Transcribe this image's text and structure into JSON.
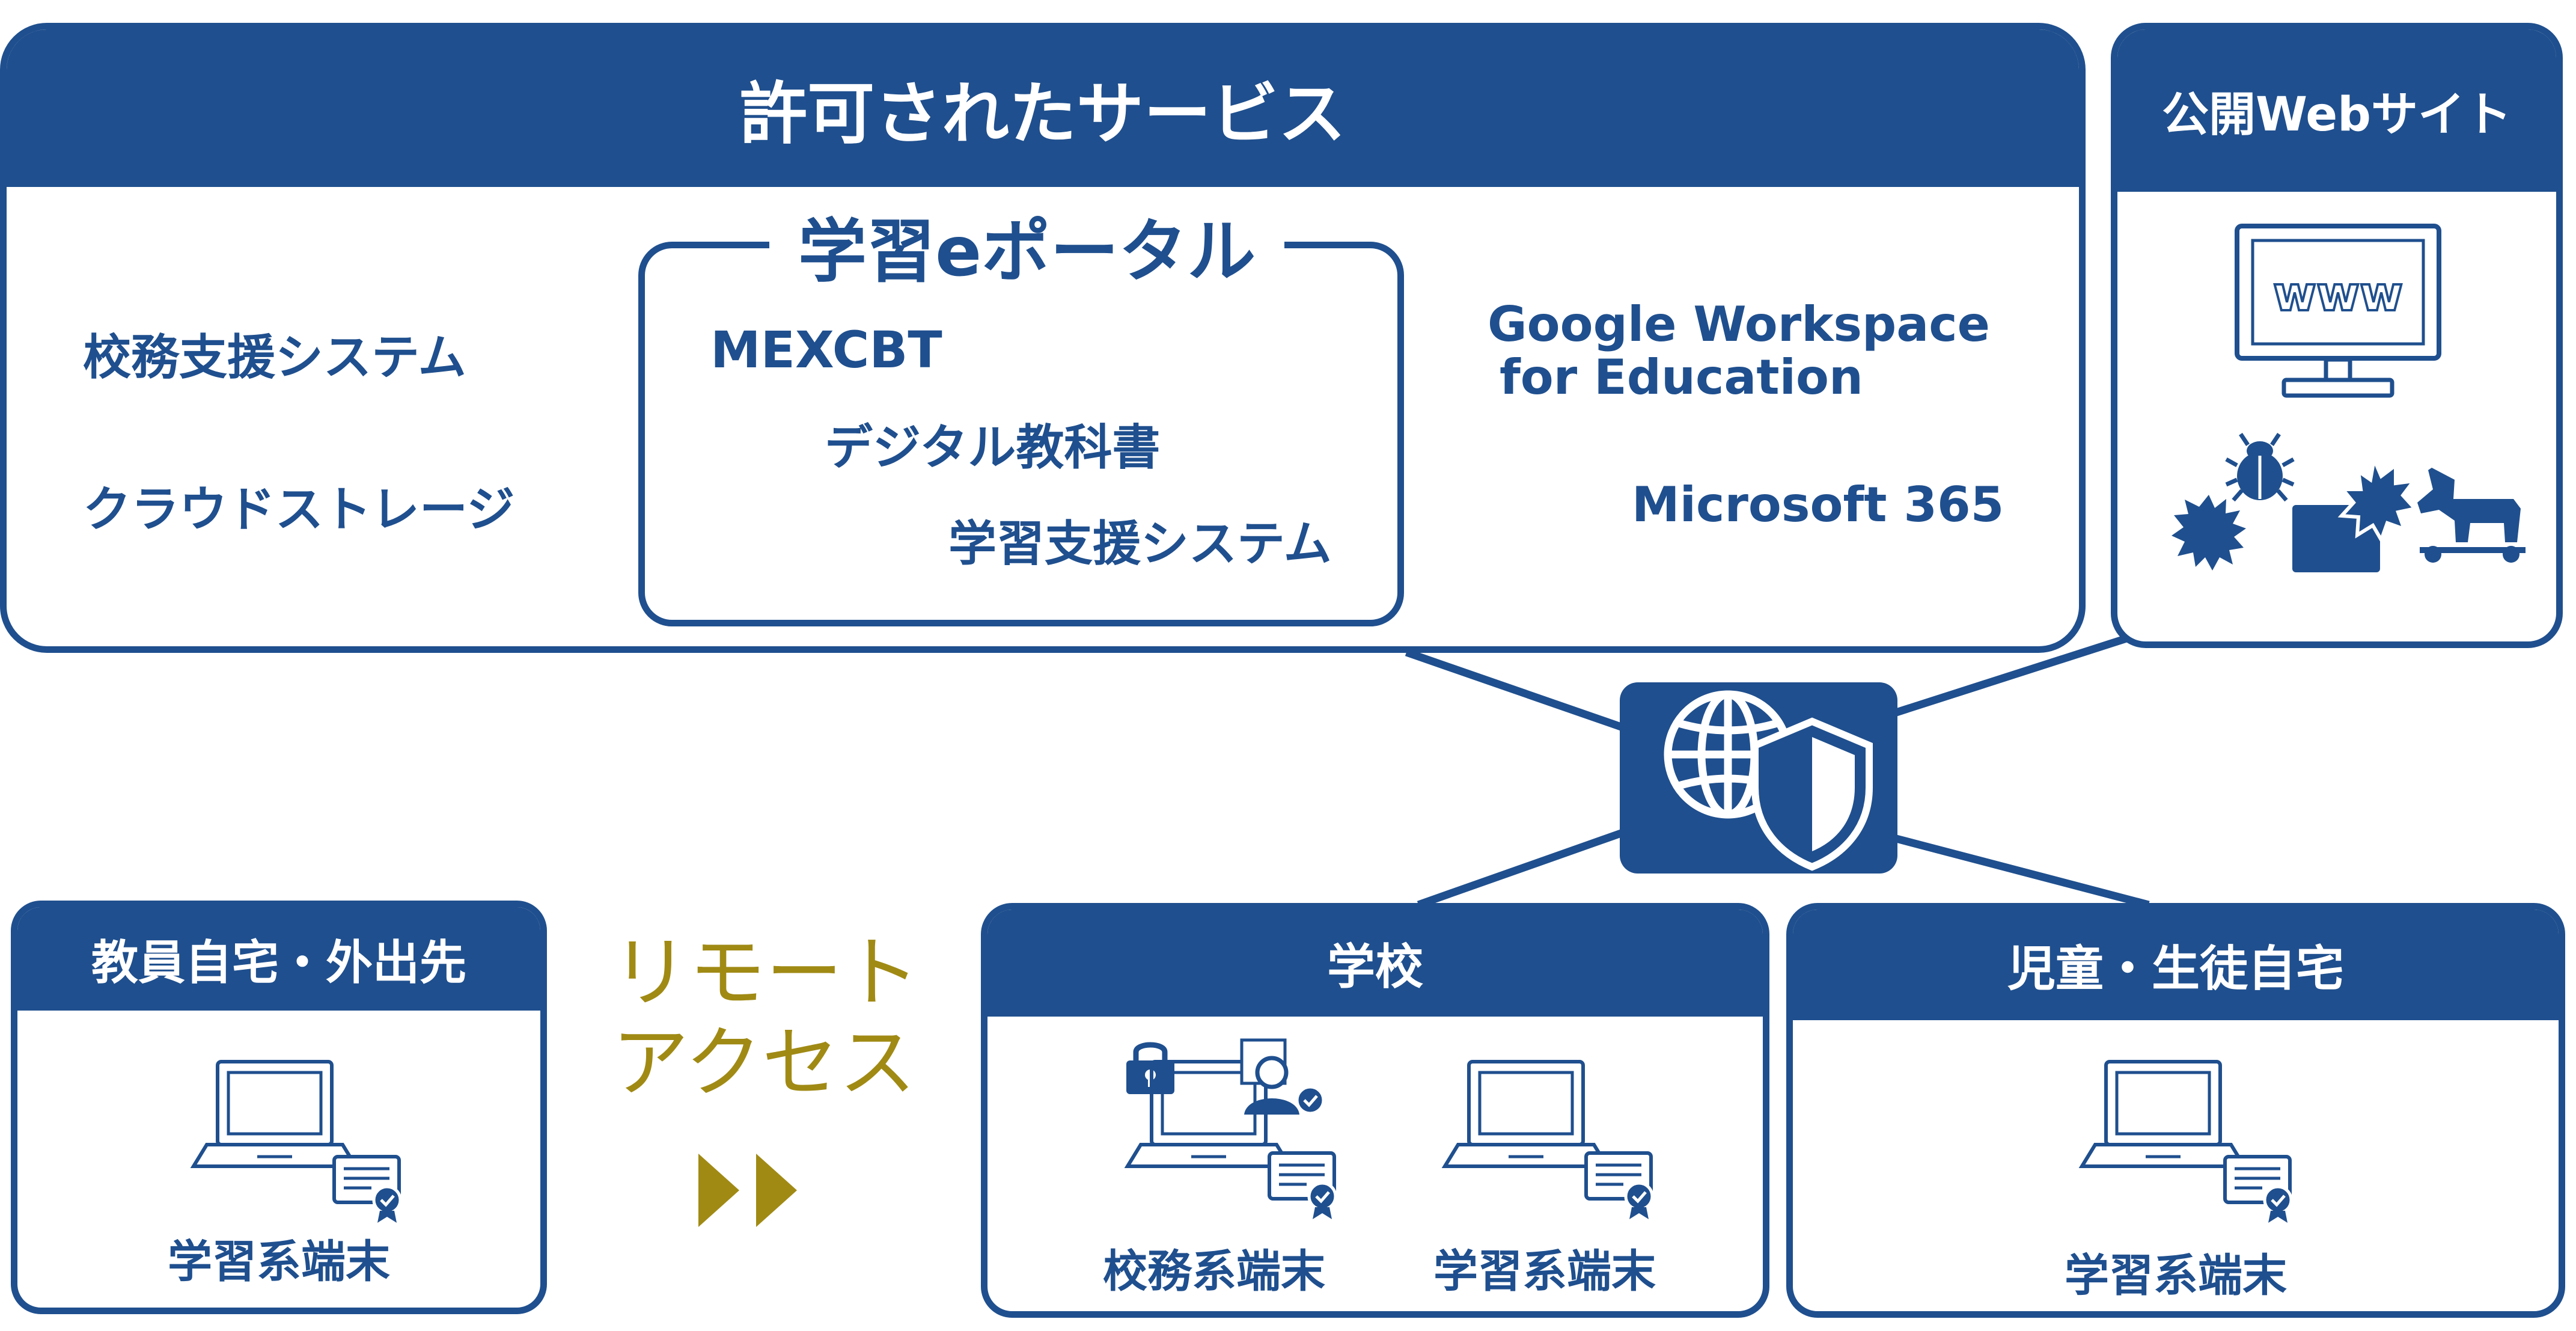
{
  "permitted_services": {
    "title": "許可されたサービス",
    "left_items": [
      "校務支援システム",
      "クラウドストレージ"
    ],
    "portal": {
      "title": "学習eポータル",
      "items": [
        "MEXCBT",
        "デジタル教科書",
        "学習支援システム"
      ]
    },
    "right_items": [
      "Google Workspace",
      "for Education",
      "Microsoft 365"
    ]
  },
  "public_web": {
    "title": "公開Webサイト",
    "monitor_text": "www"
  },
  "remote_access": {
    "line1": "リモート",
    "line2": "アクセス"
  },
  "teacher_home": {
    "title": "教員自宅・外出先",
    "device_label": "学習系端末"
  },
  "school": {
    "title": "学校",
    "device_labels": [
      "校務系端末",
      "学習系端末"
    ]
  },
  "student_home": {
    "title": "児童・生徒自宅",
    "device_label": "学習系端末"
  },
  "colors": {
    "primary": "#1f4f8e",
    "accent": "#a08a14",
    "background": "#ffffff"
  },
  "icons": [
    "globe-icon",
    "shield-icon",
    "monitor-icon",
    "virus-icon",
    "bug-icon",
    "folder-icon",
    "trojan-horse-icon",
    "laptop-icon",
    "certificate-icon",
    "lock-icon",
    "user-verified-icon",
    "play-arrow-icon"
  ]
}
